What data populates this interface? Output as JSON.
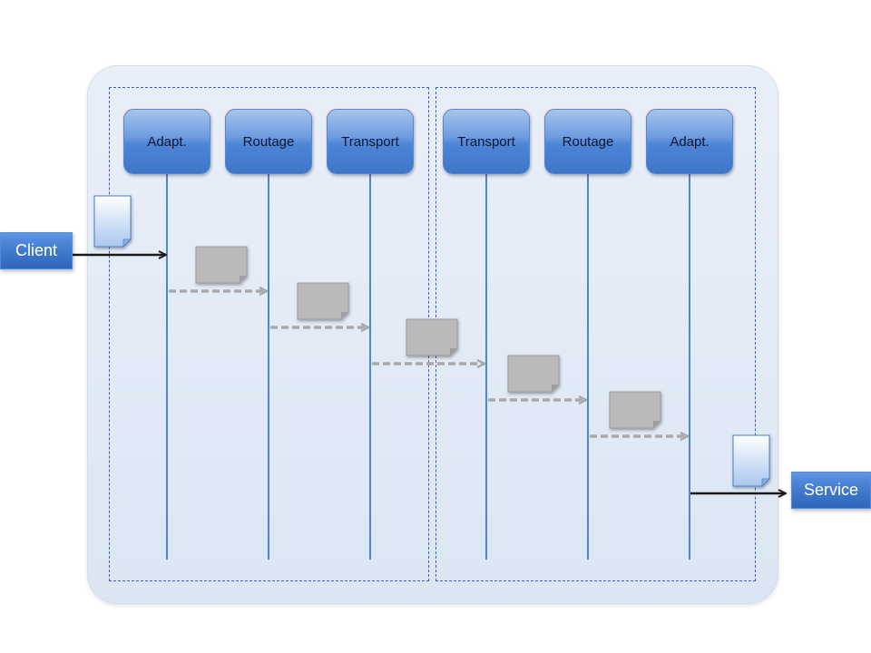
{
  "diagram": {
    "actors": [
      {
        "label": "Adapt."
      },
      {
        "label": "Routage"
      },
      {
        "label": "Transport"
      },
      {
        "label": "Transport"
      },
      {
        "label": "Routage"
      },
      {
        "label": "Adapt."
      }
    ],
    "client_label": "Client",
    "service_label": "Service",
    "messages": [
      {
        "from": "Client",
        "to": "Adapt.",
        "style": "solid"
      },
      {
        "from": "Adapt.",
        "to": "Routage",
        "style": "dashed"
      },
      {
        "from": "Routage",
        "to": "Transport",
        "style": "dashed"
      },
      {
        "from": "Transport",
        "to": "Transport",
        "style": "dashed"
      },
      {
        "from": "Transport",
        "to": "Routage",
        "style": "dashed"
      },
      {
        "from": "Routage",
        "to": "Adapt.",
        "style": "dashed"
      },
      {
        "from": "Adapt.",
        "to": "Service",
        "style": "solid"
      }
    ],
    "colors": {
      "actor_blue": "#4d84d6",
      "lifeline": "#4f86cc",
      "dashed_arrow": "#a9a9a9",
      "gray_document": "#b8b8b8",
      "solid_arrow": "#1a1a1a"
    }
  }
}
